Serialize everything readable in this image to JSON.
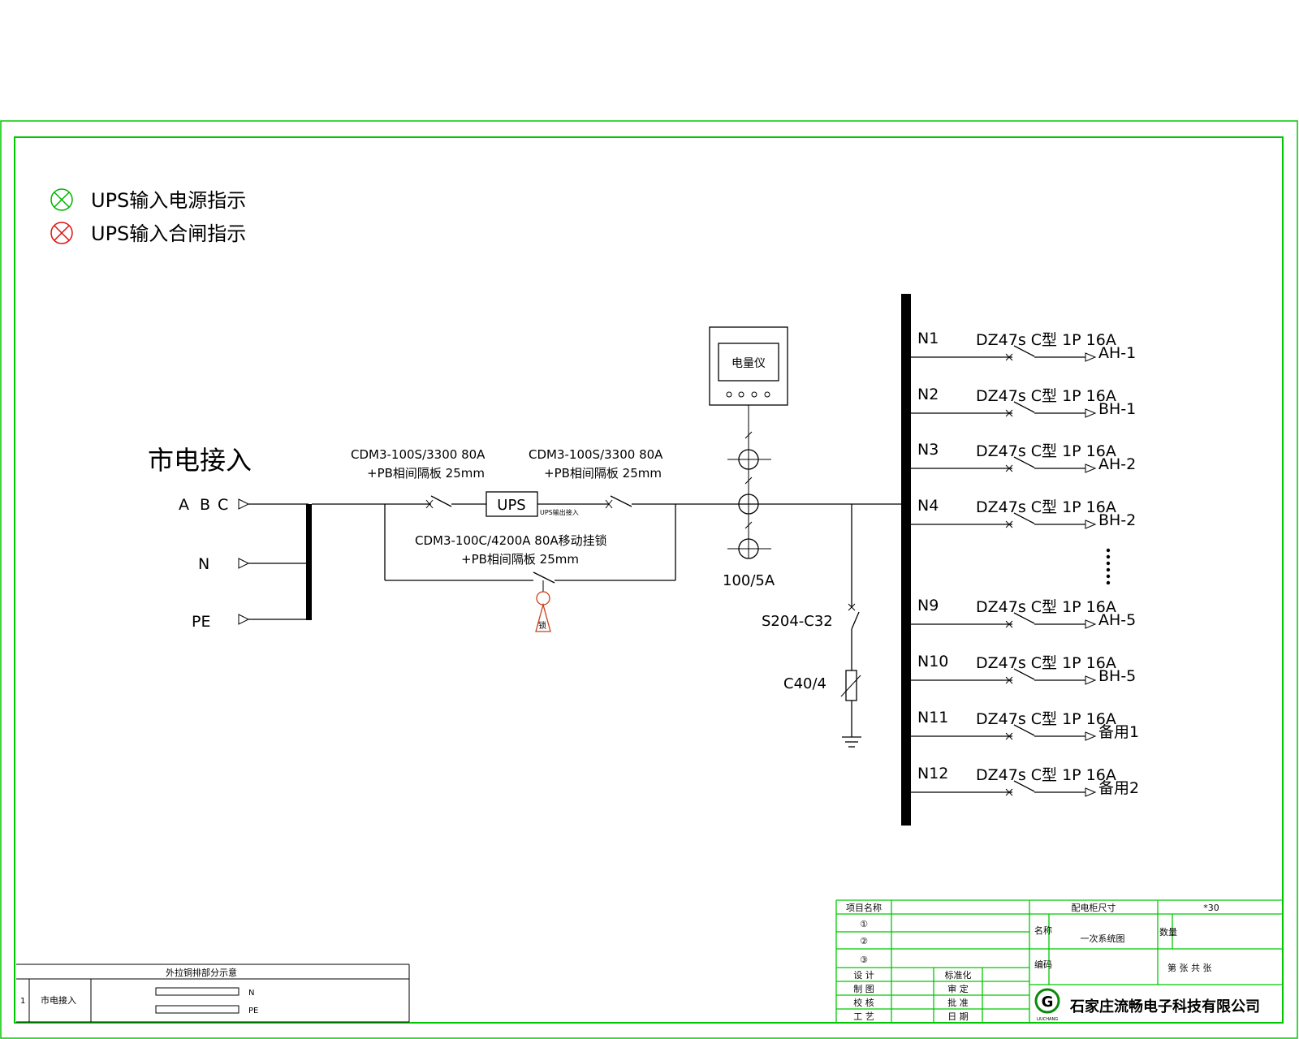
{
  "legend": {
    "power_indicator": {
      "label": "UPS输入电源指示",
      "color": "#00b400"
    },
    "close_indicator": {
      "label": "UPS输入合闸指示",
      "color": "#e01010"
    }
  },
  "inputs": {
    "title": "市电接入",
    "phases": [
      "A",
      "B",
      "C"
    ],
    "neutral": "N",
    "earth": "PE"
  },
  "breakers": {
    "ups_input": {
      "model": "CDM3-100S/3300 80A",
      "note": "+PB相间隔板 25mm"
    },
    "ups_output": {
      "model": "CDM3-100S/3300 80A",
      "note": "+PB相间隔板 25mm"
    },
    "bypass": {
      "model": "CDM3-100C/4200A 80A移动挂锁",
      "note": "+PB相间隔板 25mm"
    },
    "lock_label": "锁"
  },
  "ups": {
    "label": "UPS",
    "sub_label": "UPS输出接入"
  },
  "meter": {
    "label": "电量仪",
    "ct_ratio": "100/5A"
  },
  "surge": {
    "switch": "S204-C32",
    "arrester": "C40/4"
  },
  "feeders": [
    {
      "id": "N1",
      "breaker": "DZ47s C型 1P 16A",
      "load": "AH-1"
    },
    {
      "id": "N2",
      "breaker": "DZ47s C型 1P 16A",
      "load": "BH-1"
    },
    {
      "id": "N3",
      "breaker": "DZ47s C型 1P 16A",
      "load": "AH-2"
    },
    {
      "id": "N4",
      "breaker": "DZ47s C型 1P 16A",
      "load": "BH-2"
    },
    {
      "id": "N9",
      "breaker": "DZ47s C型 1P 16A",
      "load": "AH-5"
    },
    {
      "id": "N10",
      "breaker": "DZ47s C型 1P 16A",
      "load": "BH-5"
    },
    {
      "id": "N11",
      "breaker": "DZ47s C型 1P 16A",
      "load": "备用1"
    },
    {
      "id": "N12",
      "breaker": "DZ47s C型 1P 16A",
      "load": "备用2"
    }
  ],
  "busbar_table": {
    "title": "外拉铜排部分示意",
    "row_no": "1",
    "row_label": "市电接入",
    "bar_n": "N",
    "bar_pe": "PE"
  },
  "title_block": {
    "project_name": "项目名称",
    "cabinet_size_label": "配电柜尺寸",
    "cabinet_size_value": "*30",
    "row1": "①",
    "row2": "②",
    "row3": "③",
    "name_label": "名称",
    "name_value": "一次系统图",
    "qty_label": "数量",
    "code_label": "编码",
    "sheet_text": "第    张 共    张",
    "design": "设  计",
    "draw": "制  图",
    "check": "校  核",
    "process": "工  艺",
    "standard": "标准化",
    "review": "审  定",
    "approve": "批  准",
    "date": "日  期",
    "company": "石家庄流畅电子科技有限公司",
    "logo_letter": "G",
    "logo_text": "LIUCHANG",
    "brand_color": "#0a8a0a"
  }
}
